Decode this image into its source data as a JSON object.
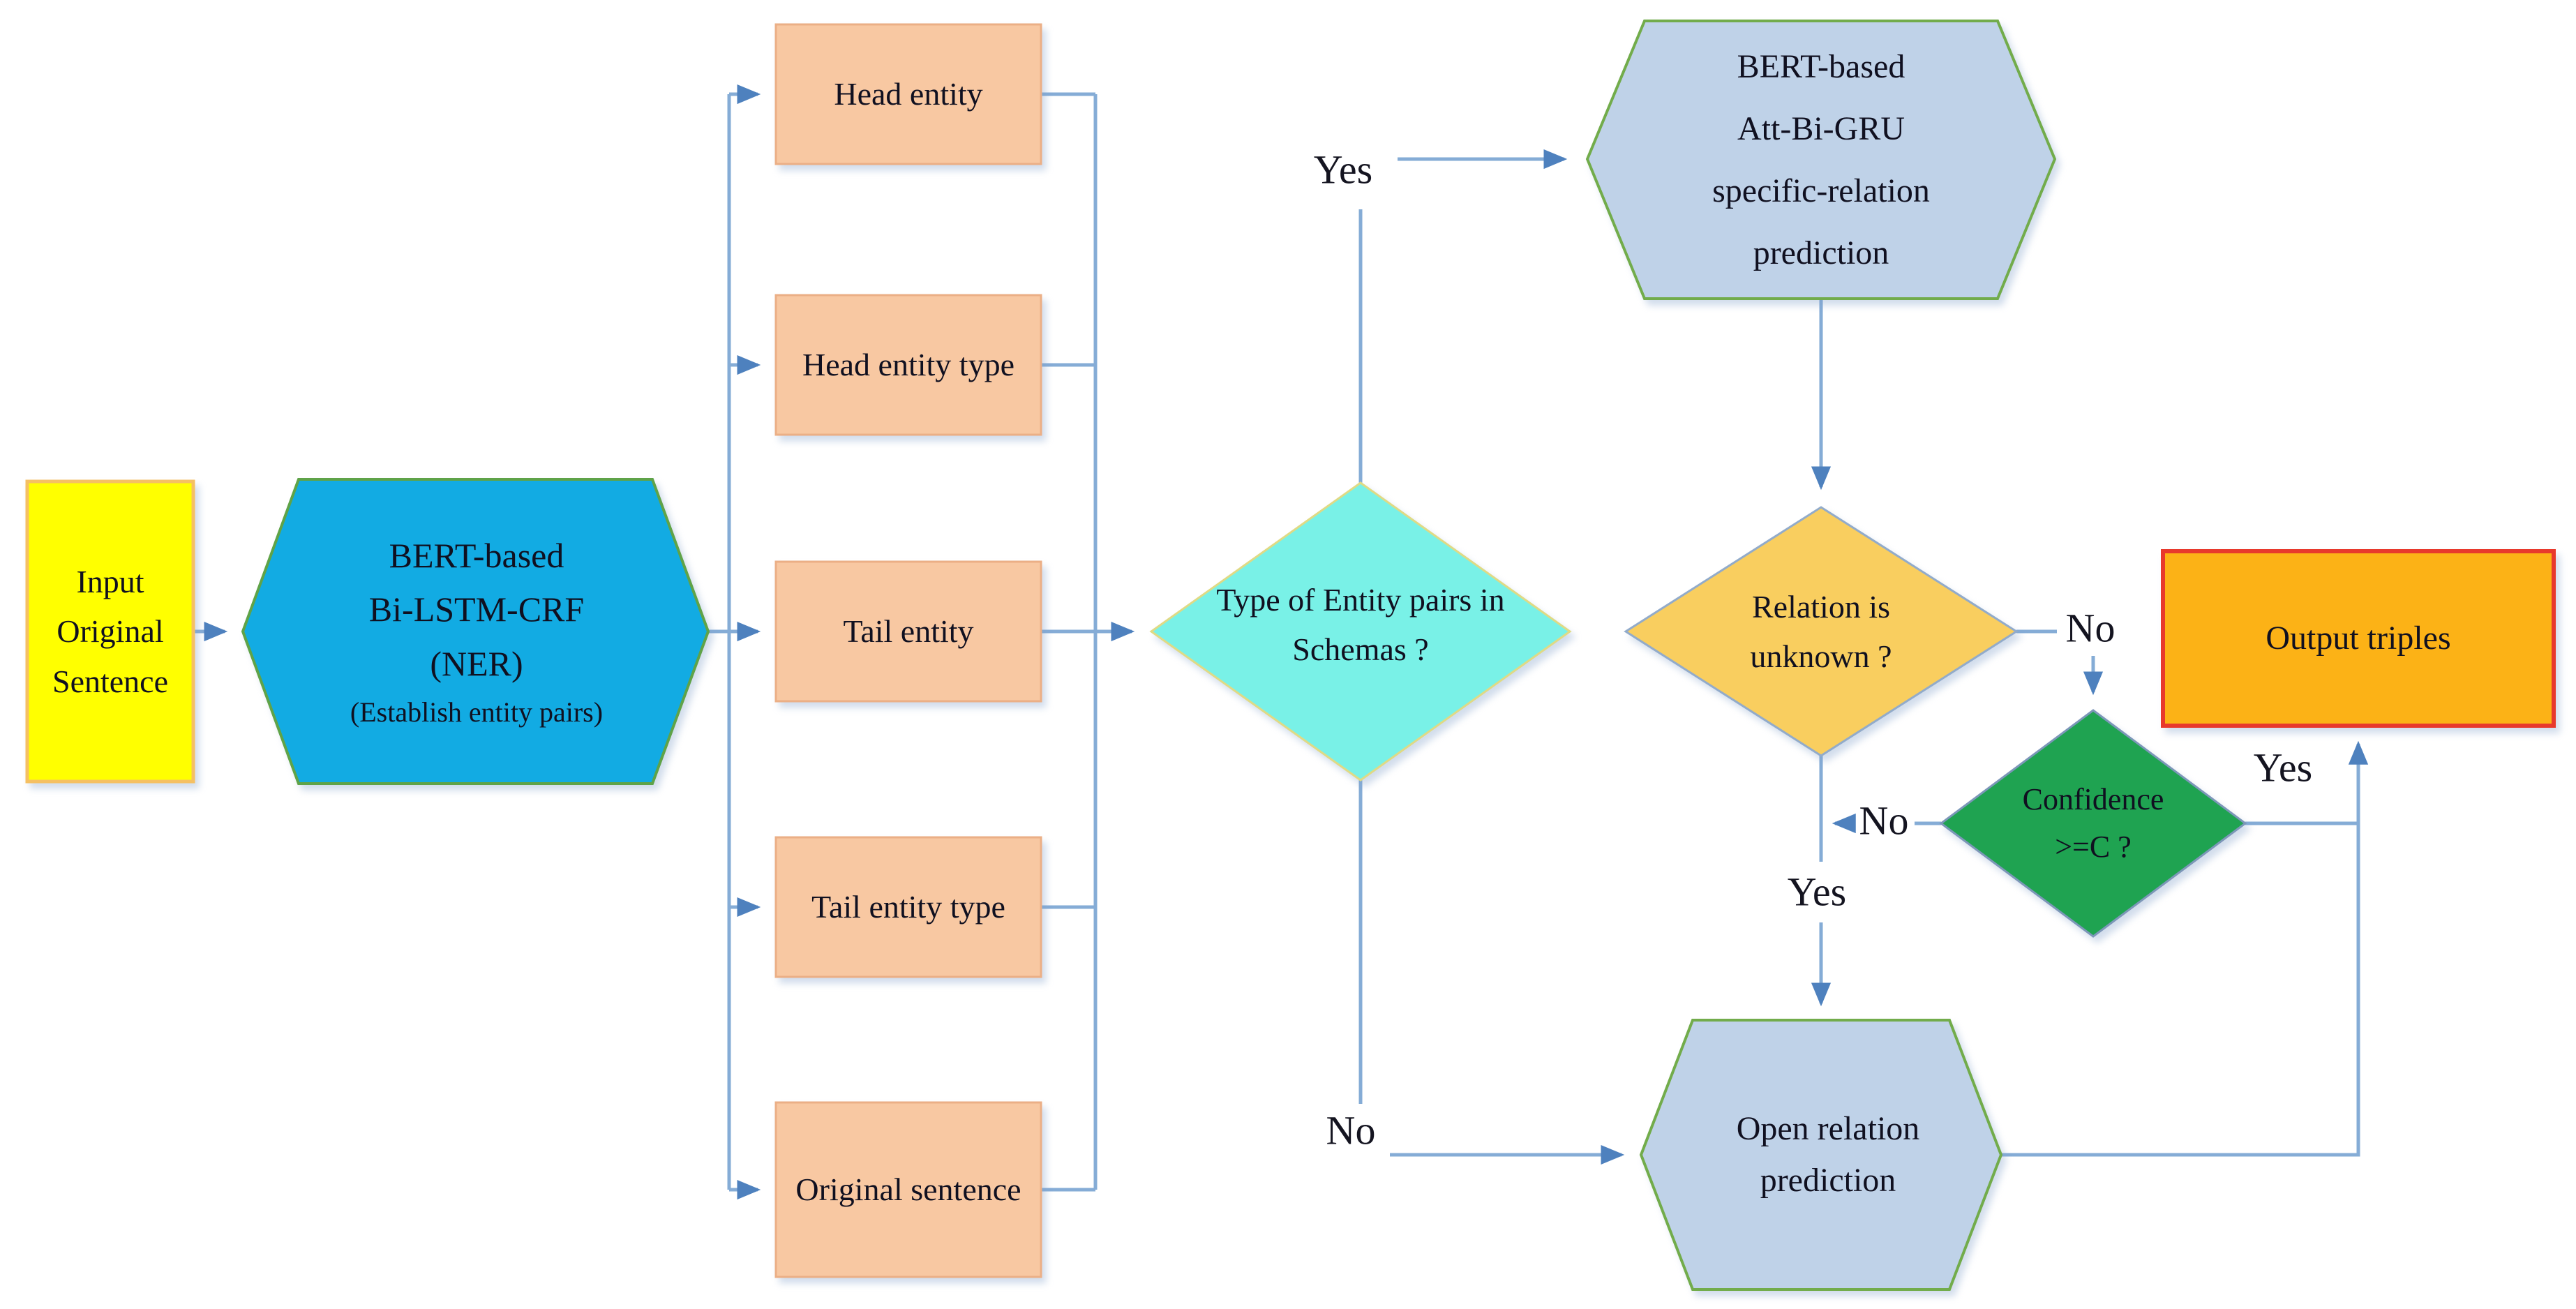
{
  "palette": {
    "wire": "#85ACD6",
    "arrowhead": "#4E81BE",
    "input_fill": "#FFFF00",
    "input_border": "#F5C063",
    "ner_fill": "#12ABE3",
    "hex_border_green": "#5FA348",
    "entity_fill": "#F8C8A2",
    "entity_border": "#EBAF86",
    "schema_fill": "#79F1E7",
    "schema_border": "#DFDA85",
    "bluehex_fill": "#BFD2E8",
    "relation_fill": "#F9CE5F",
    "diamond_border_blue": "#92ABCA",
    "confidence_fill": "#1FA351",
    "output_fill": "#FCB216",
    "output_border": "#E8392C",
    "text": "#101020"
  },
  "nodes": {
    "input_box": {
      "lines": [
        "Input",
        "Original",
        "Sentence"
      ]
    },
    "ner_hexagon": {
      "lines": [
        "BERT-based",
        "Bi-LSTM-CRF",
        "(NER)"
      ],
      "note": "(Establish entity pairs)"
    },
    "entity_boxes": [
      {
        "label": "Head entity"
      },
      {
        "label": "Head entity type"
      },
      {
        "label": "Tail entity"
      },
      {
        "label": "Tail entity type"
      },
      {
        "label": "Original sentence"
      }
    ],
    "schema_diamond": {
      "lines": [
        "Type of Entity pairs in",
        "Schemas ?"
      ]
    },
    "specific_hexagon": {
      "lines": [
        "BERT-based",
        "Att-Bi-GRU",
        "specific-relation",
        "prediction"
      ]
    },
    "relation_diamond": {
      "lines": [
        "Relation is",
        "unknown ?"
      ]
    },
    "confidence_diamond": {
      "lines": [
        "Confidence",
        ">=C ?"
      ]
    },
    "output_box": {
      "label": "Output triples"
    },
    "open_hexagon": {
      "lines": [
        "Open relation",
        "prediction"
      ]
    }
  },
  "edge_labels": {
    "schema_yes": "Yes",
    "schema_no": "No",
    "relation_no": "No",
    "relation_yes": "Yes",
    "confidence_no": "No",
    "confidence_yes": "Yes"
  }
}
